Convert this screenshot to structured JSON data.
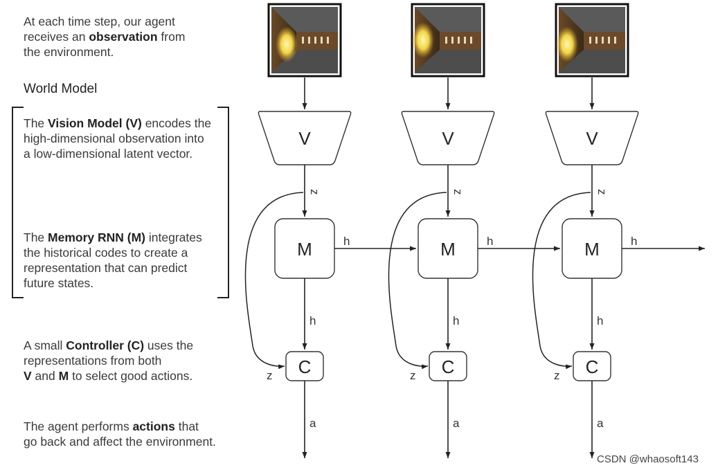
{
  "text": {
    "obs": [
      {
        "t": "At each time step, our agent"
      },
      {
        "t": "receives an "
      },
      {
        "t": "observation",
        "b": true
      },
      {
        "t": " from"
      },
      {
        "t": "the environment."
      }
    ],
    "world_model": "World Model",
    "vision": [
      {
        "t": "The "
      },
      {
        "t": "Vision Model (V)",
        "b": true
      },
      {
        "t": " encodes the"
      },
      {
        "t": "high-dimensional observation into"
      },
      {
        "t": "a low-dimensional latent vector."
      }
    ],
    "memory": [
      {
        "t": "The "
      },
      {
        "t": "Memory RNN (M)",
        "b": true
      },
      {
        "t": " integrates"
      },
      {
        "t": "the historical codes to create a"
      },
      {
        "t": "representation that can predict"
      },
      {
        "t": "future states."
      }
    ],
    "controller": [
      {
        "t": "A small "
      },
      {
        "t": "Controller (C)",
        "b": true
      },
      {
        "t": " uses the"
      },
      {
        "t": "representations from both"
      },
      {
        "t": "V",
        "b": true
      },
      {
        "t": " and "
      },
      {
        "t": "M",
        "b": true
      },
      {
        "t": " to select good actions."
      }
    ],
    "actions": [
      {
        "t": "The agent performs "
      },
      {
        "t": "actions",
        "b": true
      },
      {
        "t": " that"
      },
      {
        "t": "go back and affect the environment."
      }
    ]
  },
  "diagram": {
    "columns": 3,
    "v_label": "V",
    "m_label": "M",
    "c_label": "C",
    "z_label": "z",
    "h_label": "h",
    "a_label": "a"
  },
  "watermark": "CSDN @whaosoft143"
}
